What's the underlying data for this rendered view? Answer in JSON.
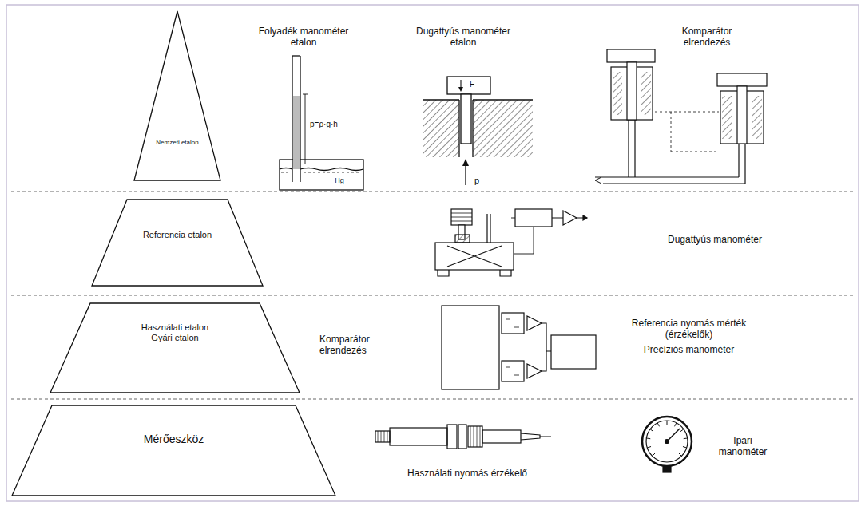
{
  "diagram": {
    "nodes": [
      {
        "text": [
          "Nemzeti etalon"
        ]
      },
      {
        "text": [
          "Referencia etalon"
        ]
      },
      {
        "text": [
          "Használati etalon",
          "Gyári etalon"
        ]
      },
      {
        "text": [
          "Mérőeszköz"
        ]
      }
    ],
    "labels": [
      "Folyadék manométer etalon",
      "Dugattyús manométer etalon",
      "Komparátor elrendezés",
      "p=ρ·g·h",
      "Hg",
      "F",
      "p",
      "Dugattyús manométer",
      "Komparátor elrendezés",
      "Referencia nyomás mérték (érzékelők)",
      "Precíziós manométer",
      "Használati nyomás érzékelő",
      "Ipari manométer"
    ]
  }
}
